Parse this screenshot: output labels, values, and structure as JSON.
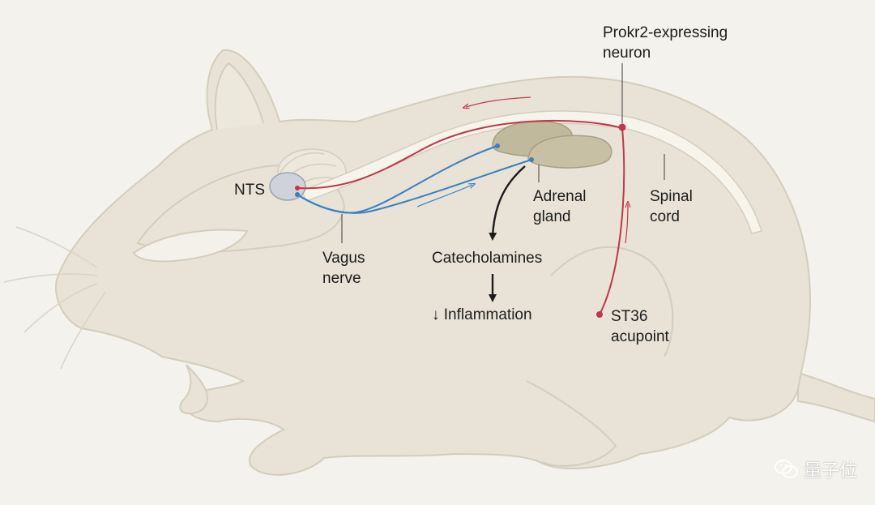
{
  "labels": {
    "prokr2": "Prokr2-expressing\nneuron",
    "nts": "NTS",
    "adrenal": "Adrenal\ngland",
    "spinal": "Spinal\ncord",
    "vagus": "Vagus\nnerve",
    "catecholamines": "Catecholamines",
    "inflammation": "↓ Inflammation",
    "st36": "ST36\nacupoint"
  },
  "watermark": {
    "text": "量子位",
    "icon": "wechat-icon"
  },
  "colors": {
    "background": "#f3f2ec",
    "body_fill": "#e8e3d6",
    "body_stroke": "#d3cdbd",
    "spinal_cord": "#f7f4ec",
    "neuron_red": "#c0364a",
    "vagus_blue": "#3a7fc1",
    "adrenal": "#c1b99c",
    "nts": "#cfd2da",
    "arrow": "#1c1c1c"
  }
}
